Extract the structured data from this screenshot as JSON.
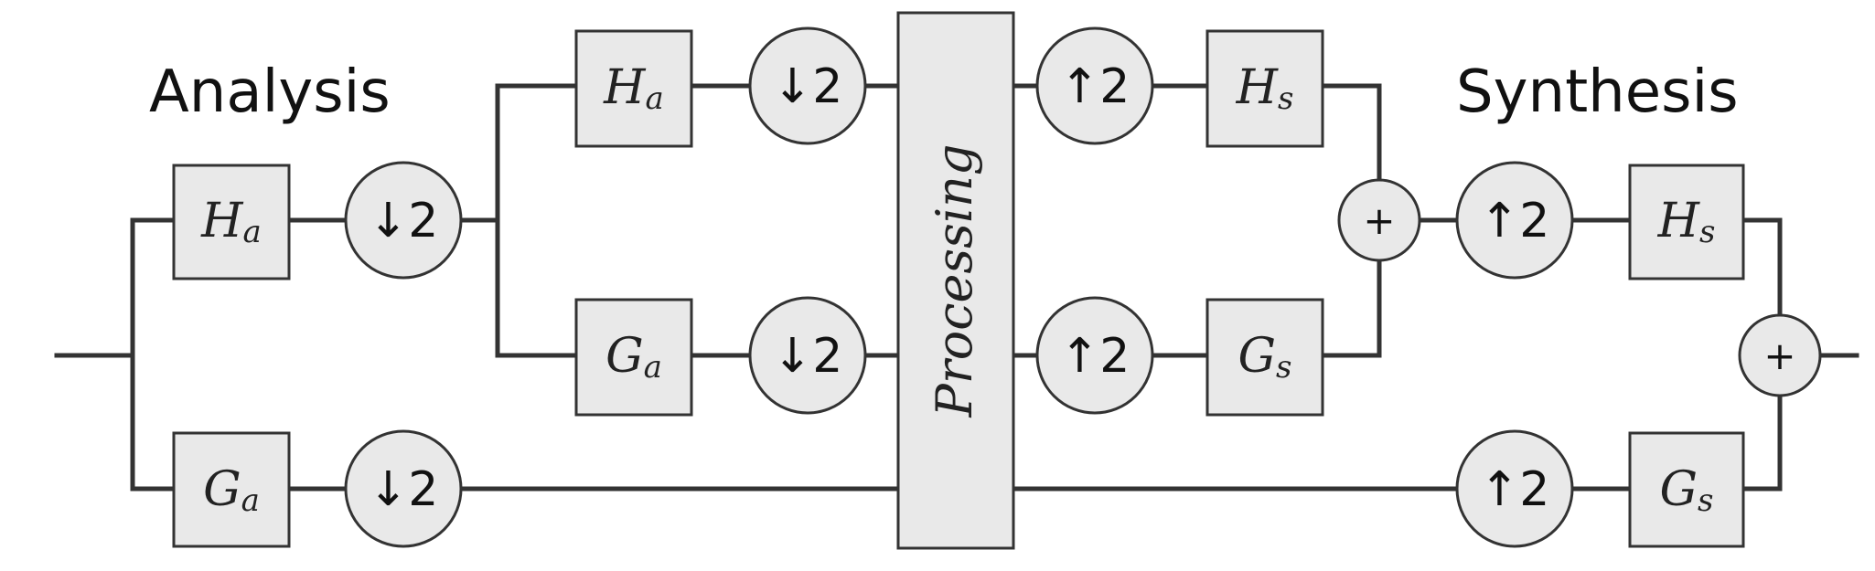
{
  "labels": {
    "analysis": "Analysis",
    "synthesis": "Synthesis",
    "processing": "Processing",
    "down2": "↓2",
    "up2": "↑2",
    "plus": "+"
  },
  "filters": {
    "Ha": {
      "base": "H",
      "sub": "a"
    },
    "Ga": {
      "base": "G",
      "sub": "a"
    },
    "Hs": {
      "base": "H",
      "sub": "s"
    },
    "Gs": {
      "base": "G",
      "sub": "s"
    }
  },
  "colors": {
    "line": "#333333",
    "fill": "#e9e9e9",
    "text": "#111111"
  }
}
